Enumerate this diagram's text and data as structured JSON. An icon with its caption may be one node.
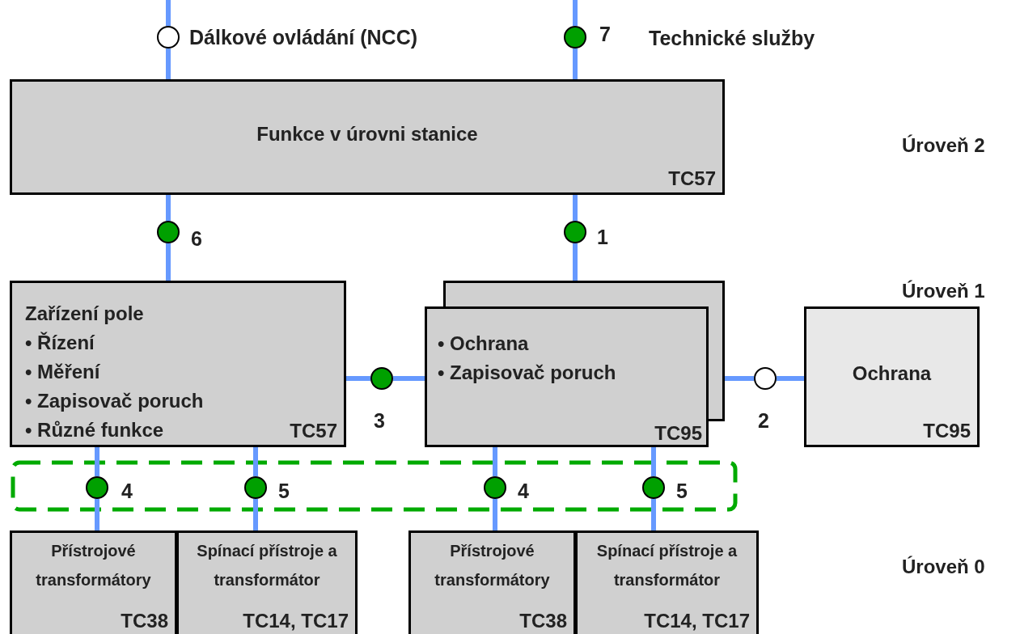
{
  "diagram": {
    "nodes": [
      {
        "text": [],
        "shape": "circle",
        "beside": [
          "Dálkové ovládání (NCC)"
        ]
      },
      {
        "text": [],
        "shape": "circle",
        "beside": [
          "7",
          "Technické služby"
        ]
      },
      {
        "text": [
          "Funkce v úrovni stanice",
          "TC57"
        ]
      },
      {
        "text": [],
        "shape": "circle",
        "beside": [
          "6"
        ]
      },
      {
        "text": [],
        "shape": "circle",
        "beside": [
          "1"
        ]
      },
      {
        "text": [
          "Zařízení pole",
          "• Řízení",
          "• Měření",
          "• Zapisovač poruch",
          "• Různé funkce",
          "TC57"
        ]
      },
      {
        "text": [
          "• Ochrana",
          "• Zapisovač poruch",
          "TC95"
        ]
      },
      {
        "text": [],
        "shape": "circle",
        "beside": [
          "3"
        ]
      },
      {
        "text": [],
        "shape": "circle",
        "beside": [
          "2"
        ]
      },
      {
        "text": [
          "Ochrana",
          "TC95"
        ]
      },
      {
        "text": [],
        "shape": "circle",
        "beside": [
          "4"
        ]
      },
      {
        "text": [],
        "shape": "circle",
        "beside": [
          "5"
        ]
      },
      {
        "text": [],
        "shape": "circle",
        "beside": [
          "4"
        ]
      },
      {
        "text": [],
        "shape": "circle",
        "beside": [
          "5"
        ]
      },
      {
        "text": [
          "Přístrojové transformátory",
          "TC38"
        ]
      },
      {
        "text": [
          "Spínací přístroje a transformátor",
          "TC14, TC17"
        ]
      },
      {
        "text": [
          "Přístrojové transformátory",
          "TC38"
        ]
      },
      {
        "text": [
          "Spínací přístroje a transformátor",
          "TC14, TC17"
        ]
      }
    ],
    "edges": [
      {
        "from": null,
        "to": 0,
        "arrow": "none"
      },
      {
        "from": 0,
        "to": 2,
        "arrow": "none"
      },
      {
        "from": null,
        "to": 1,
        "arrow": "none"
      },
      {
        "from": 1,
        "to": 2,
        "arrow": "none"
      },
      {
        "from": 2,
        "to": 3,
        "arrow": "none"
      },
      {
        "from": 3,
        "to": 5,
        "arrow": "none"
      },
      {
        "from": 2,
        "to": 4,
        "arrow": "none"
      },
      {
        "from": 4,
        "to": 6,
        "arrow": "none"
      },
      {
        "from": 5,
        "to": 7,
        "arrow": "none"
      },
      {
        "from": 7,
        "to": 6,
        "arrow": "none"
      },
      {
        "from": 6,
        "to": 8,
        "arrow": "none"
      },
      {
        "from": 8,
        "to": 9,
        "arrow": "none"
      },
      {
        "from": 5,
        "to": 10,
        "arrow": "none"
      },
      {
        "from": 10,
        "to": 14,
        "arrow": "none"
      },
      {
        "from": 5,
        "to": 11,
        "arrow": "none"
      },
      {
        "from": 11,
        "to": 15,
        "arrow": "none"
      },
      {
        "from": 6,
        "to": 12,
        "arrow": "none"
      },
      {
        "from": 12,
        "to": 16,
        "arrow": "none"
      },
      {
        "from": 6,
        "to": 13,
        "arrow": "none"
      },
      {
        "from": 13,
        "to": 17,
        "arrow": "none"
      }
    ],
    "labels": [
      "Úroveň 2",
      "Úroveň 1",
      "Úroveň 0"
    ]
  }
}
